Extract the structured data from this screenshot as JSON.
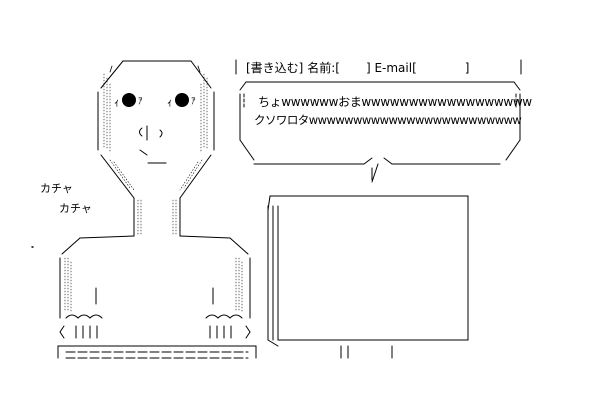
{
  "post_form": {
    "submit_label": "[書き込む]",
    "name_label": "名前:",
    "name_open": "[",
    "name_close": "]",
    "email_label": "E-mail",
    "email_open": "[",
    "email_close": "]"
  },
  "speech": {
    "line1": "ちょwwwwwwおまwwwwwwwwwwwwwwwwww",
    "line2": "クソワロタwwwwwwwwwwwwwwwwwwwwwwww"
  },
  "sound_effects": [
    "カチャ",
    "カチャ"
  ]
}
